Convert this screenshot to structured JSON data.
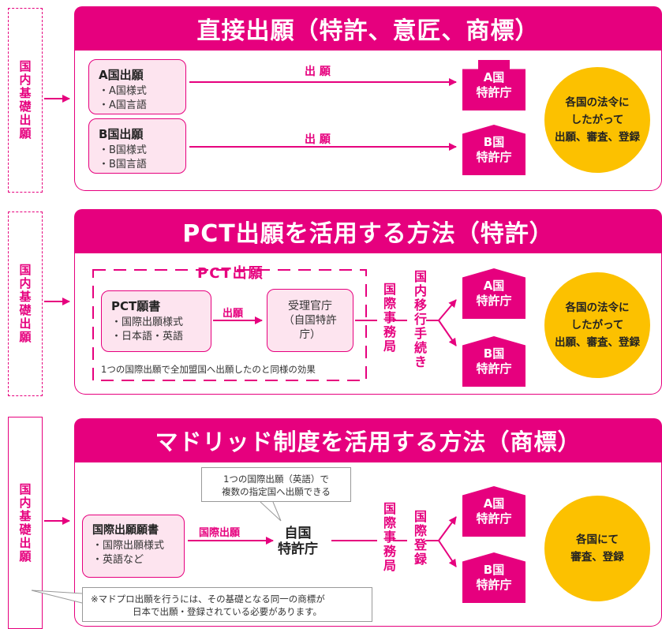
{
  "domestic_label": "国内基礎出願",
  "sections": [
    {
      "title": "直接出願（特許、意匠、商標）",
      "cards": [
        {
          "title": "A国出願",
          "items": [
            "・A国様式",
            "・A国言語"
          ]
        },
        {
          "title": "B国出願",
          "items": [
            "・B国様式",
            "・B国言語"
          ]
        }
      ],
      "arrow_labels": [
        "出 願",
        "出 願"
      ],
      "offices": [
        [
          "A国",
          "特許庁"
        ],
        [
          "B国",
          "特許庁"
        ]
      ],
      "circle": "各国の法令に\nしたがって\n出願、審査、登録"
    },
    {
      "title": "PCT出願を活用する方法（特許）",
      "group_label": "PCT出願",
      "card": {
        "title": "PCT願書",
        "items": [
          "・国際出願様式",
          "・日本語・英語"
        ]
      },
      "arrow_label": "出願",
      "receiving": [
        "受理官庁",
        "（自国特許庁）"
      ],
      "effect_note": "1つの国際出願で全加盟国へ出願したのと同様の効果",
      "intl_bureau": "国際事務局",
      "transition": "国内移行手続き",
      "offices": [
        [
          "A国",
          "特許庁"
        ],
        [
          "B国",
          "特許庁"
        ]
      ],
      "circle": "各国の法令に\nしたがって\n出願、審査、登録"
    },
    {
      "title": "マドリッド制度を活用する方法（商標）",
      "callout": [
        "1つの国際出願（英語）で",
        "複数の指定国へ出願できる"
      ],
      "card": {
        "title": "国際出願願書",
        "items": [
          "・国際出願様式",
          "・英語など"
        ]
      },
      "arrow_label": "国際出願",
      "home_office": [
        "自国",
        "特許庁"
      ],
      "intl_bureau": "国際事務局",
      "registration": "国際登録",
      "offices": [
        [
          "A国",
          "特許庁"
        ],
        [
          "B国",
          "特許庁"
        ]
      ],
      "circle": "各国にて\n審査、登録",
      "footnote": [
        "※マドプロ出願を行うには、その基礎となる同一の商標が",
        "日本で出願・登録されている必要があります。"
      ]
    }
  ],
  "colors": {
    "accent": "#e6007e",
    "card_bg": "#fde4ef",
    "circle": "#fcc100"
  }
}
